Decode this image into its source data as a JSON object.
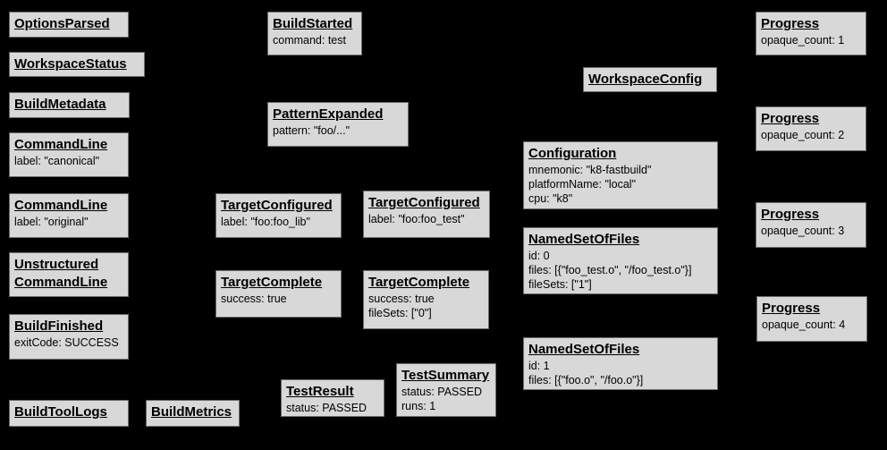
{
  "diagram": {
    "background": "#000000",
    "node_fill": "#d8d8d8",
    "node_border": "#6b6b6b",
    "text_color": "#000000"
  },
  "nodes": {
    "options_parsed": {
      "title": "OptionsParsed"
    },
    "workspace_status": {
      "title": "WorkspaceStatus"
    },
    "build_metadata": {
      "title": "BuildMetadata"
    },
    "command_line_canonical": {
      "title": "CommandLine",
      "lines": [
        "label: \"canonical\""
      ]
    },
    "command_line_original": {
      "title": "CommandLine",
      "lines": [
        "label: \"original\""
      ]
    },
    "unstructured_command_line": {
      "title": "Unstructured",
      "title2": "CommandLine"
    },
    "build_finished": {
      "title": "BuildFinished",
      "lines": [
        "exitCode: SUCCESS"
      ]
    },
    "build_tool_logs": {
      "title": "BuildToolLogs"
    },
    "build_metrics": {
      "title": "BuildMetrics"
    },
    "build_started": {
      "title": "BuildStarted",
      "lines": [
        "command: test"
      ]
    },
    "pattern_expanded": {
      "title": "PatternExpanded",
      "lines": [
        "pattern: \"foo/...\""
      ]
    },
    "target_configured_lib": {
      "title": "TargetConfigured",
      "lines": [
        "label: \"foo:foo_lib\""
      ]
    },
    "target_complete_lib": {
      "title": "TargetComplete",
      "lines": [
        "success: true"
      ]
    },
    "target_configured_test": {
      "title": "TargetConfigured",
      "lines": [
        "label: \"foo:foo_test\""
      ]
    },
    "target_complete_test": {
      "title": "TargetComplete",
      "lines": [
        "success: true",
        "fileSets: [\"0\"]"
      ]
    },
    "test_result": {
      "title": "TestResult",
      "lines": [
        "status: PASSED"
      ]
    },
    "test_summary": {
      "title": "TestSummary",
      "lines": [
        "status: PASSED",
        "runs: 1"
      ]
    },
    "workspace_config": {
      "title": "WorkspaceConfig"
    },
    "configuration": {
      "title": "Configuration",
      "lines": [
        "mnemonic: \"k8-fastbuild\"",
        "platformName: \"local\"",
        "cpu: \"k8\""
      ]
    },
    "named_set_of_files_0": {
      "title": "NamedSetOfFiles",
      "lines": [
        "id: 0",
        "files: [{\"foo_test.o\", \"/foo_test.o\"}]",
        "fileSets: [\"1\"]"
      ]
    },
    "named_set_of_files_1": {
      "title": "NamedSetOfFiles",
      "lines": [
        "id: 1",
        "files: [{\"foo.o\", \"/foo.o\"}]"
      ]
    },
    "progress_1": {
      "title": "Progress",
      "lines": [
        "opaque_count: 1"
      ]
    },
    "progress_2": {
      "title": "Progress",
      "lines": [
        "opaque_count: 2"
      ]
    },
    "progress_3": {
      "title": "Progress",
      "lines": [
        "opaque_count: 3"
      ]
    },
    "progress_4": {
      "title": "Progress",
      "lines": [
        "opaque_count: 4"
      ]
    }
  }
}
